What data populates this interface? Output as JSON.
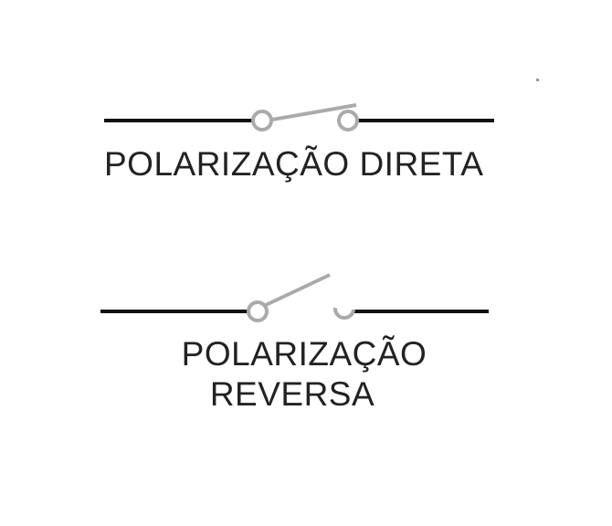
{
  "diagram": {
    "forward_bias": {
      "label": "POLARIZAÇÃO DIRETA",
      "switch_state": "closed"
    },
    "reverse_bias": {
      "label_line1": "POLARIZAÇÃO",
      "label_line2": "REVERSA",
      "switch_state": "open"
    },
    "colors": {
      "wire": "#111111",
      "switch": "#aaaaaa",
      "text": "#222222"
    }
  }
}
